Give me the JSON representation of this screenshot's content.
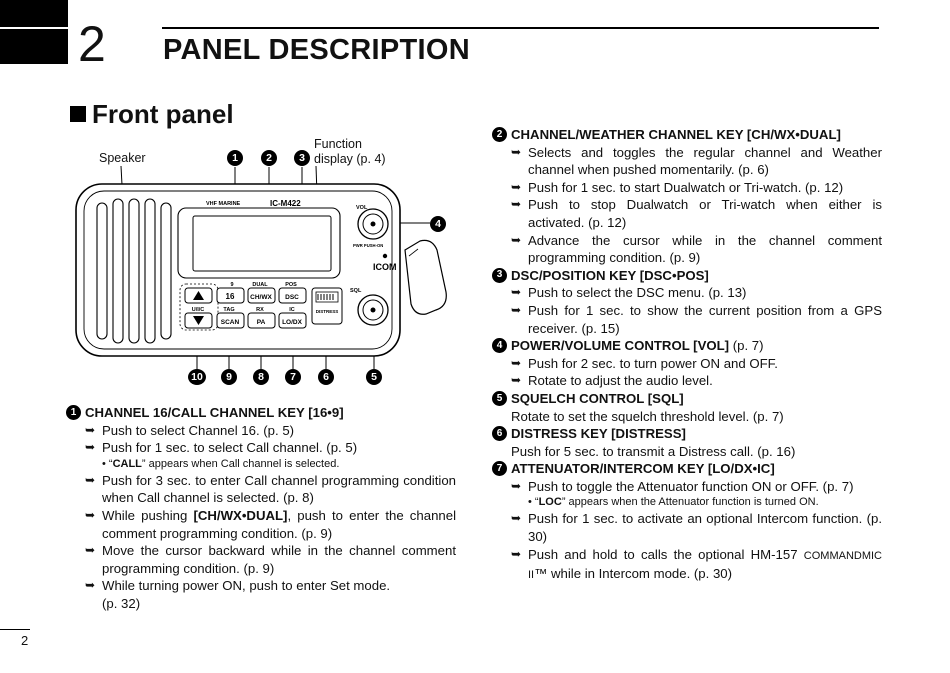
{
  "chapter": {
    "number": "2",
    "title": "PANEL DESCRIPTION"
  },
  "section": {
    "title": "Front panel"
  },
  "figure": {
    "labels": {
      "speaker": "Speaker",
      "function_display_line1": "Function",
      "function_display_line2": "display (p. 4)"
    },
    "callouts": [
      "1",
      "2",
      "3",
      "4",
      "5",
      "6",
      "7",
      "8",
      "9",
      "10"
    ],
    "radio_text": {
      "brand_band": "VHF MARINE",
      "model": "IC-M422",
      "vol": "VOL",
      "pwr": "PWR PUSH-ON",
      "icom": "ICOM",
      "sql": "SQL",
      "key_9": "9",
      "key_16": "16",
      "dual": "DUAL",
      "chwx": "CH/WX",
      "pos": "POS",
      "dsc": "DSC",
      "uc": "U/I/C",
      "tag": "TAG",
      "scan": "SCAN",
      "rx": "RX",
      "pa": "PA",
      "ic": "IC",
      "lodx": "LO/DX",
      "distress": "DISTRESS"
    }
  },
  "left": {
    "k1": {
      "num": "1",
      "heading": "CHANNEL 16/CALL CHANNEL KEY [16•9]",
      "b1": "Push to select Channel 16. (p. 5)",
      "b2": "Push for 1 sec. to select Call channel. (p. 5)",
      "n1_pre": "• “",
      "n1_bold": "CALL",
      "n1_post": "” appears when Call channel is selected.",
      "b3": "Push for 3 sec. to enter Call channel programming condition when Call channel is selected. (p. 8)",
      "b4_pre": "While pushing ",
      "b4_bold": "[CH/WX•DUAL]",
      "b4_post": ", push to enter the channel comment programming condition. (p. 9)",
      "b5": "Move the cursor backward while in the channel comment programming condition. (p. 9)",
      "b6_line1": "While turning power ON, push to enter Set mode.",
      "b6_line2": "(p. 32)"
    }
  },
  "right": {
    "k2": {
      "num": "2",
      "heading": "CHANNEL/WEATHER CHANNEL KEY [CH/WX•DUAL]",
      "b1": "Selects and toggles the regular channel and Weather channel when pushed momentarily. (p. 6)",
      "b2": "Push for 1 sec. to start Dualwatch or Tri-watch. (p. 12)",
      "b3": "Push to stop Dualwatch or Tri-watch when either is activated. (p. 12)",
      "b4": "Advance the cursor while in the channel comment programming condition. (p. 9)"
    },
    "k3": {
      "num": "3",
      "heading": "DSC/POSITION KEY [DSC•POS]",
      "b1": "Push to select the DSC menu. (p. 13)",
      "b2": "Push for 1 sec. to show the current position from a GPS receiver. (p. 15)"
    },
    "k4": {
      "num": "4",
      "heading": "POWER/VOLUME CONTROL [VOL]",
      "page": " (p. 7)",
      "b1": "Push for 2 sec. to turn power ON and OFF.",
      "b2": "Rotate to adjust the audio level."
    },
    "k5": {
      "num": "5",
      "heading": "SQUELCH CONTROL [SQL]",
      "text": "Rotate to set the squelch threshold level. (p. 7)"
    },
    "k6": {
      "num": "6",
      "heading": "DISTRESS KEY [DISTRESS]",
      "text": "Push for 5 sec. to transmit a Distress call. (p. 16)"
    },
    "k7": {
      "num": "7",
      "heading": "ATTENUATOR/INTERCOM KEY [LO/DX•IC]",
      "b1": "Push to toggle the Attenuator function ON or OFF. (p. 7)",
      "n1_pre": "• “",
      "n1_bold": "LOC",
      "n1_post": "” appears when the Attenuator function is turned ON.",
      "b2": "Push for 1 sec. to activate an optional Intercom function. (p. 30)",
      "b3_pre": "Push and hold to calls the optional HM-157 ",
      "b3_sc": "COMMANDMIC II",
      "b3_post": "™ while in Intercom mode. (p. 30)"
    }
  },
  "footer": {
    "page": "2"
  }
}
